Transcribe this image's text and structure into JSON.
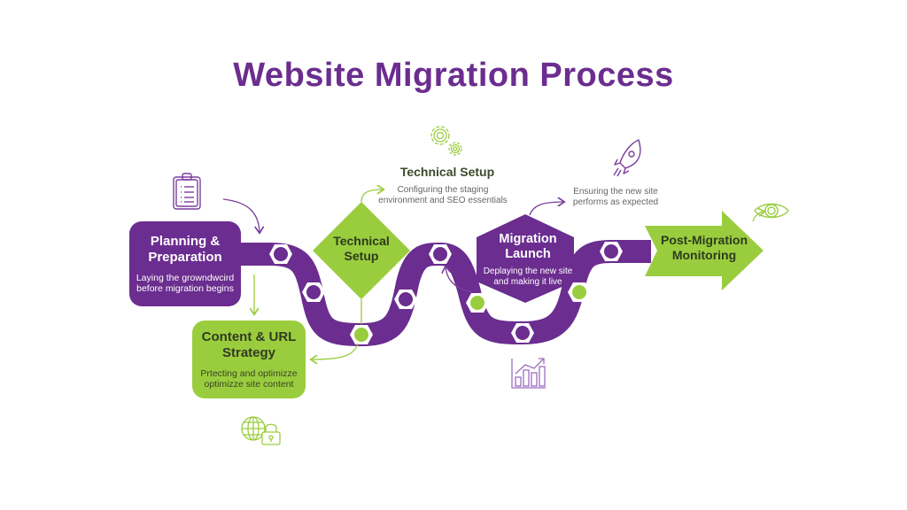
{
  "title": "Website Migration Process",
  "colors": {
    "purple": "#6b2d8f",
    "green": "#9acd3e",
    "text_gray": "#666666"
  },
  "steps": [
    {
      "id": "planning",
      "title": "Planning & Preparation",
      "title_lines": [
        "Planning &",
        "Preparation"
      ],
      "description_lines": [
        "Laying the growndwcird",
        "before migration begins"
      ],
      "shape": "rounded-rectangle",
      "color": "purple",
      "icon": "clipboard-icon"
    },
    {
      "id": "content",
      "title": "Content & URL Strategy",
      "title_lines": [
        "Content & URL",
        "Strategy"
      ],
      "description_lines": [
        "Prtecting and optimizze",
        "optimizze site content"
      ],
      "shape": "rounded-rectangle",
      "color": "green",
      "icon": "globe-lock-icon"
    },
    {
      "id": "technical",
      "title": "Technical Setup",
      "title_lines": [
        "Technical",
        "Setup"
      ],
      "shape": "diamond",
      "color": "green",
      "icon": "gears-icon"
    },
    {
      "id": "launch",
      "title": "Migration Launch",
      "title_lines": [
        "Migration",
        "Launch"
      ],
      "description_lines": [
        "Deplaying the new site",
        "and making it live"
      ],
      "shape": "hexagon",
      "color": "purple",
      "icon": "rocket-icon"
    },
    {
      "id": "monitoring",
      "title": "Post-Migration Monitoring",
      "title_lines": [
        "Post-Migration",
        "Monitoring"
      ],
      "shape": "arrow",
      "color": "green",
      "icon": "eye-icon"
    }
  ],
  "annotations": {
    "technical": {
      "heading": "Technical Setup",
      "lines": [
        "Configuring the staging",
        "environment and SEO essentials"
      ]
    },
    "launch": {
      "lines": [
        "Ensuring the new site",
        "performs as expected"
      ]
    },
    "growth_icon": "chart-growth-icon"
  }
}
